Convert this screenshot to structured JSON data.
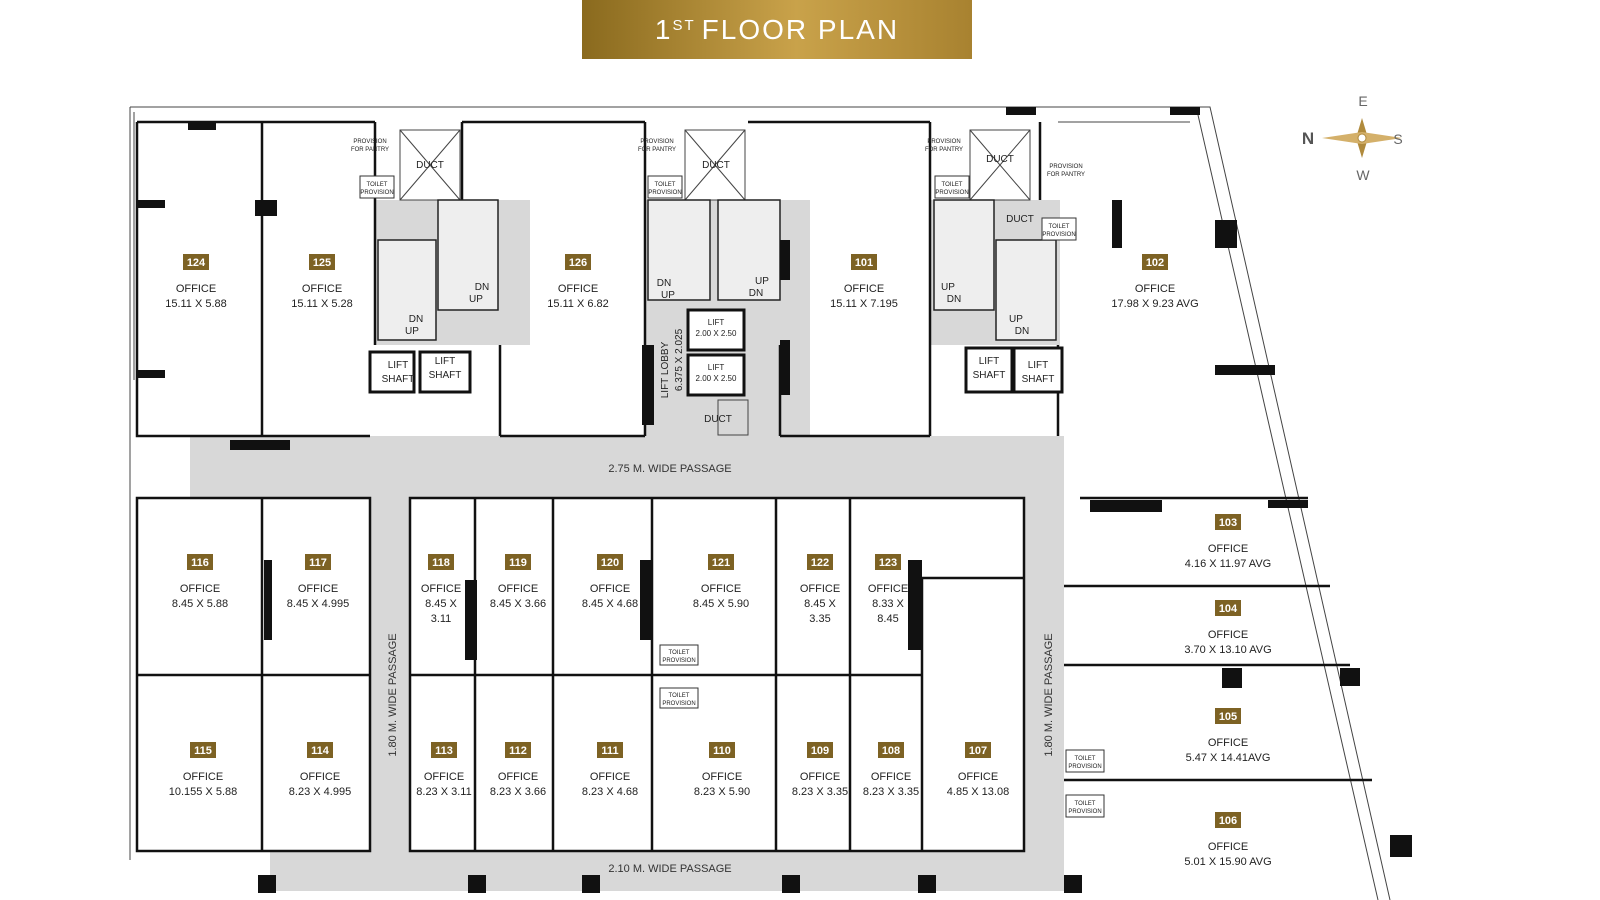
{
  "title": {
    "sup": "ST",
    "main": "FLOOR PLAN",
    "num": "1"
  },
  "compass": {
    "n": "N",
    "e": "E",
    "s": "S",
    "w": "W"
  },
  "passages": {
    "top": "2.75 M. WIDE PASSAGE",
    "bottom": "2.10 M. WIDE PASSAGE",
    "left": "1.80 M. WIDE PASSAGE",
    "right": "1.80 M. WIDE PASSAGE"
  },
  "common": {
    "duct": "DUCT",
    "lift": "LIFT",
    "lift_size": "2.00 X 2.50",
    "lift_shaft_1": "LIFT",
    "lift_shaft_2": "SHAFT",
    "lift_lobby": "LIFT LOBBY",
    "lift_lobby_size": "6.375 X 2.025",
    "provision_pantry_1": "PROVISION",
    "provision_pantry_2": "FOR PANTRY",
    "toilet_1": "TOILET",
    "toilet_2": "PROVISION",
    "dn": "DN",
    "up": "UP",
    "office": "OFFICE"
  },
  "offices": [
    {
      "num": "124",
      "size": "15.11 X 5.88"
    },
    {
      "num": "125",
      "size": "15.11 X 5.28"
    },
    {
      "num": "126",
      "size": "15.11 X 6.82"
    },
    {
      "num": "101",
      "size": "15.11 X 7.195"
    },
    {
      "num": "102",
      "size": "17.98 X 9.23 AVG"
    },
    {
      "num": "116",
      "size": "8.45 X 5.88"
    },
    {
      "num": "117",
      "size": "8.45 X 4.995"
    },
    {
      "num": "118",
      "size": "8.45 X",
      "size2": "3.11"
    },
    {
      "num": "119",
      "size": "8.45 X 3.66"
    },
    {
      "num": "120",
      "size": "8.45 X 4.68"
    },
    {
      "num": "121",
      "size": "8.45 X 5.90"
    },
    {
      "num": "122",
      "size": "8.45 X",
      "size2": "3.35"
    },
    {
      "num": "123",
      "size": "8.33 X",
      "size2": "8.45"
    },
    {
      "num": "115",
      "size": "10.155 X 5.88"
    },
    {
      "num": "114",
      "size": "8.23 X 4.995"
    },
    {
      "num": "113",
      "size": "8.23 X 3.11"
    },
    {
      "num": "112",
      "size": "8.23 X 3.66"
    },
    {
      "num": "111",
      "size": "8.23 X 4.68"
    },
    {
      "num": "110",
      "size": "8.23 X 5.90"
    },
    {
      "num": "109",
      "size": "8.23 X 3.35"
    },
    {
      "num": "108",
      "size": "8.23 X 3.35"
    },
    {
      "num": "107",
      "size": "4.85 X 13.08"
    },
    {
      "num": "103",
      "size": "4.16 X 11.97 AVG"
    },
    {
      "num": "104",
      "size": "3.70 X 13.10 AVG"
    },
    {
      "num": "105",
      "size": "5.47 X 14.41AVG"
    },
    {
      "num": "106",
      "size": "5.01 X 15.90 AVG"
    }
  ]
}
